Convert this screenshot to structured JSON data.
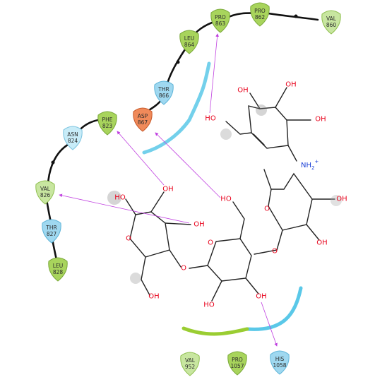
{
  "residues": {
    "val860": {
      "name": "VAL",
      "num": "860",
      "color": "#c8e6a0",
      "edge": "#8fbf4f"
    },
    "pro862": {
      "name": "PRO",
      "num": "862",
      "color": "#a8d45c",
      "edge": "#7aa93a"
    },
    "pro863": {
      "name": "PRO",
      "num": "863",
      "color": "#a8d45c",
      "edge": "#7aa93a"
    },
    "leu864": {
      "name": "LEU",
      "num": "864",
      "color": "#a8d45c",
      "edge": "#7aa93a"
    },
    "thr866": {
      "name": "THR",
      "num": "866",
      "color": "#9fd8f0",
      "edge": "#5db4d8"
    },
    "asp867": {
      "name": "ASP",
      "num": "867",
      "color": "#f08a5a",
      "edge": "#c85a2a"
    },
    "phe823": {
      "name": "PHE",
      "num": "823",
      "color": "#a8d45c",
      "edge": "#7aa93a"
    },
    "asn824": {
      "name": "ASN",
      "num": "824",
      "color": "#c8ecf8",
      "edge": "#7cc4e0"
    },
    "val826": {
      "name": "VAL",
      "num": "826",
      "color": "#c8e6a0",
      "edge": "#8fbf4f"
    },
    "thr827": {
      "name": "THR",
      "num": "827",
      "color": "#9fd8f0",
      "edge": "#5db4d8"
    },
    "leu828": {
      "name": "LEU",
      "num": "828",
      "color": "#a8d45c",
      "edge": "#7aa93a"
    },
    "val952": {
      "name": "VAL",
      "num": "952",
      "color": "#c8e6a0",
      "edge": "#8fbf4f"
    },
    "pro1057": {
      "name": "PRO",
      "num": "1057",
      "color": "#a8d45c",
      "edge": "#7aa93a"
    },
    "his1058": {
      "name": "HIS",
      "num": "1058",
      "color": "#9fd8f0",
      "edge": "#5db4d8"
    }
  },
  "atoms": {
    "ho": "HO",
    "oh": "OH",
    "o": "O",
    "nh2": "NH",
    "nh2_sub": "2",
    "nh2_sup": "+"
  },
  "colors": {
    "hbond": "#c040e0",
    "pocket_blue": "#5ac8e8",
    "pocket_green": "#9acd32",
    "oxygen": "#e8001a",
    "nitrogen": "#1a3fd6"
  }
}
